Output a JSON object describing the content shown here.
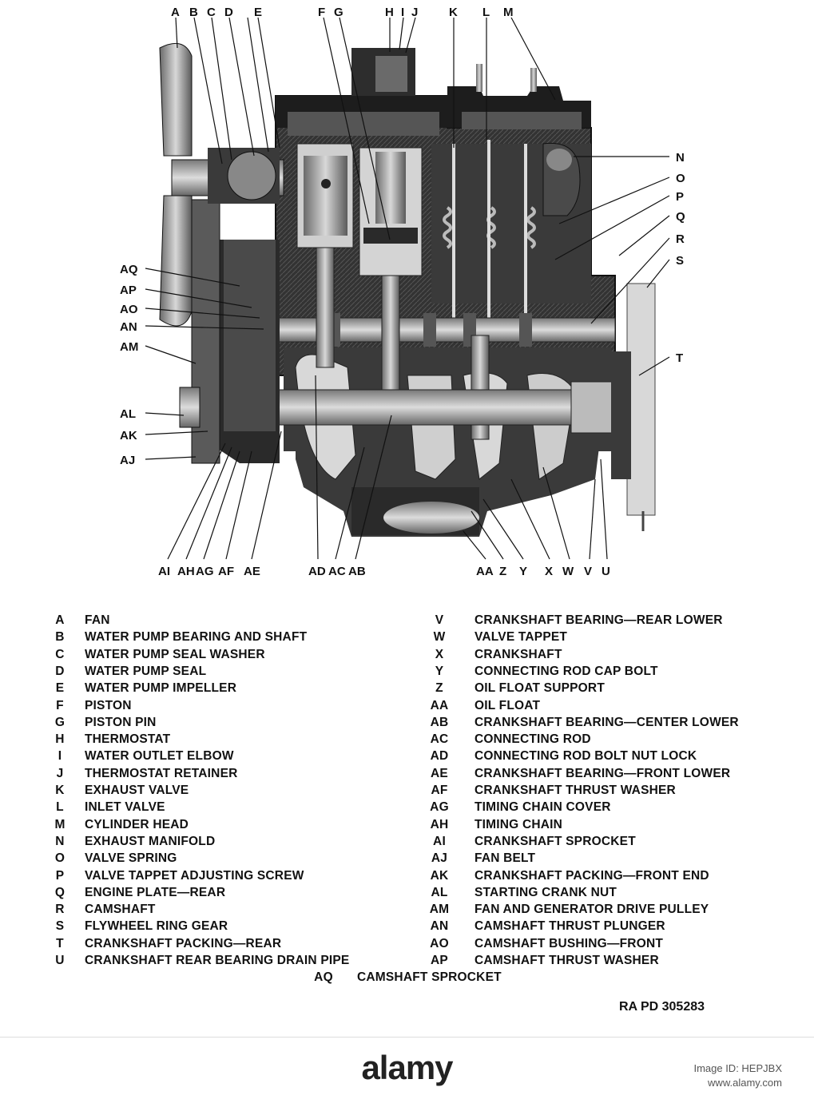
{
  "callout_labels": {
    "top": [
      "A",
      "B",
      "C",
      "D",
      "E",
      "F",
      "G",
      "H",
      "I",
      "J",
      "K",
      "L",
      "M"
    ],
    "right": [
      "N",
      "O",
      "P",
      "Q",
      "R",
      "S",
      "T"
    ],
    "left": [
      "AQ",
      "AP",
      "AO",
      "AN",
      "AM",
      "AL",
      "AK",
      "AJ"
    ],
    "bottom": [
      "AI",
      "AH",
      "AG",
      "AF",
      "AE",
      "AD",
      "AC",
      "AB",
      "AA",
      "Z",
      "Y",
      "X",
      "W",
      "V",
      "U"
    ]
  },
  "legend": {
    "left_column": [
      {
        "key": "A",
        "text": "FAN"
      },
      {
        "key": "B",
        "text": "WATER PUMP BEARING AND SHAFT"
      },
      {
        "key": "C",
        "text": "WATER PUMP SEAL WASHER"
      },
      {
        "key": "D",
        "text": "WATER PUMP SEAL"
      },
      {
        "key": "E",
        "text": "WATER PUMP IMPELLER"
      },
      {
        "key": "F",
        "text": "PISTON"
      },
      {
        "key": "G",
        "text": "PISTON PIN"
      },
      {
        "key": "H",
        "text": "THERMOSTAT"
      },
      {
        "key": "I",
        "text": "WATER OUTLET ELBOW"
      },
      {
        "key": "J",
        "text": "THERMOSTAT RETAINER"
      },
      {
        "key": "K",
        "text": "EXHAUST VALVE"
      },
      {
        "key": "L",
        "text": "INLET VALVE"
      },
      {
        "key": "M",
        "text": "CYLINDER HEAD"
      },
      {
        "key": "N",
        "text": "EXHAUST MANIFOLD"
      },
      {
        "key": "O",
        "text": "VALVE SPRING"
      },
      {
        "key": "P",
        "text": "VALVE TAPPET ADJUSTING SCREW"
      },
      {
        "key": "Q",
        "text": "ENGINE PLATE—REAR"
      },
      {
        "key": "R",
        "text": "CAMSHAFT"
      },
      {
        "key": "S",
        "text": "FLYWHEEL RING GEAR"
      },
      {
        "key": "T",
        "text": "CRANKSHAFT PACKING—REAR"
      },
      {
        "key": "U",
        "text": "CRANKSHAFT REAR BEARING DRAIN PIPE"
      }
    ],
    "right_column": [
      {
        "key": "V",
        "text": "CRANKSHAFT BEARING—REAR LOWER"
      },
      {
        "key": "W",
        "text": "VALVE TAPPET"
      },
      {
        "key": "X",
        "text": "CRANKSHAFT"
      },
      {
        "key": "Y",
        "text": "CONNECTING ROD CAP BOLT"
      },
      {
        "key": "Z",
        "text": "OIL FLOAT SUPPORT"
      },
      {
        "key": "AA",
        "text": "OIL FLOAT"
      },
      {
        "key": "AB",
        "text": "CRANKSHAFT BEARING—CENTER LOWER"
      },
      {
        "key": "AC",
        "text": "CONNECTING ROD"
      },
      {
        "key": "AD",
        "text": "CONNECTING ROD BOLT NUT LOCK"
      },
      {
        "key": "AE",
        "text": "CRANKSHAFT BEARING—FRONT LOWER"
      },
      {
        "key": "AF",
        "text": "CRANKSHAFT THRUST WASHER"
      },
      {
        "key": "AG",
        "text": "TIMING CHAIN COVER"
      },
      {
        "key": "AH",
        "text": "TIMING CHAIN"
      },
      {
        "key": "AI",
        "text": "CRANKSHAFT SPROCKET"
      },
      {
        "key": "AJ",
        "text": "FAN BELT"
      },
      {
        "key": "AK",
        "text": "CRANKSHAFT PACKING—FRONT END"
      },
      {
        "key": "AL",
        "text": "STARTING CRANK NUT"
      },
      {
        "key": "AM",
        "text": "FAN AND GENERATOR DRIVE PULLEY"
      },
      {
        "key": "AN",
        "text": "CAMSHAFT THRUST PLUNGER"
      },
      {
        "key": "AO",
        "text": "CAMSHAFT BUSHING—FRONT"
      },
      {
        "key": "AP",
        "text": "CAMSHAFT THRUST WASHER"
      }
    ],
    "final": {
      "key": "AQ",
      "text": "CAMSHAFT SPROCKET"
    }
  },
  "plate_number": "RA PD 305283",
  "footer": {
    "watermark": "alamy",
    "image_id": "Image ID: HEPJBX",
    "site": "www.alamy.com"
  },
  "colors": {
    "ink": "#111111",
    "section_fill": "#2b2b2b",
    "metal": "#9a9a9a",
    "paper": "#ffffff"
  }
}
